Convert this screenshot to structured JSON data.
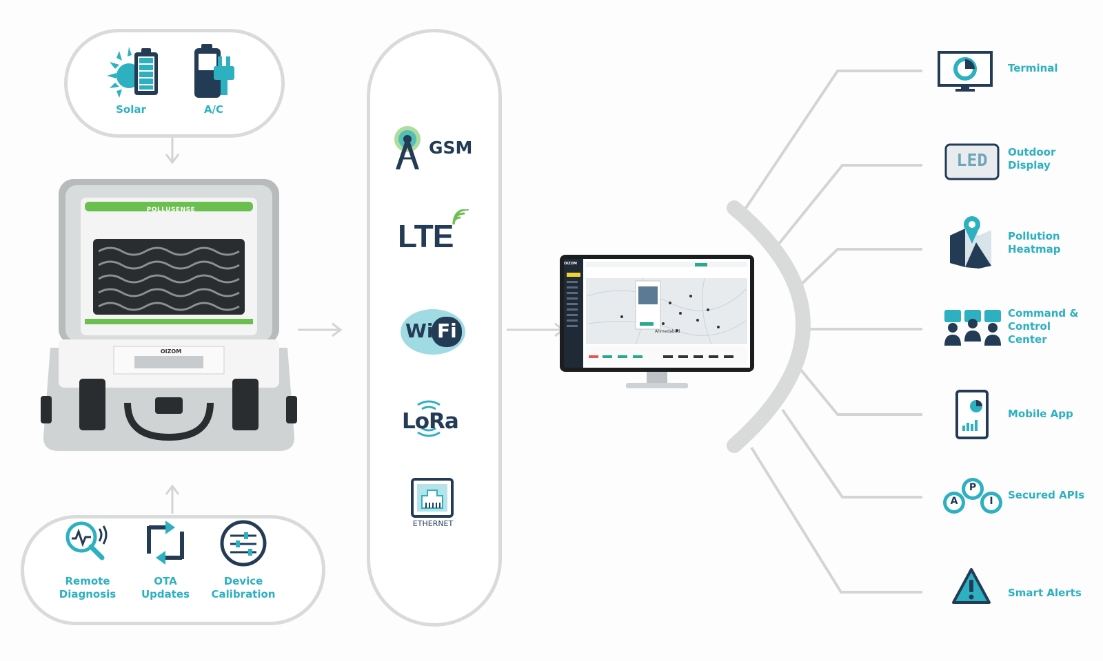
{
  "power": {
    "solar": "Solar",
    "ac": "A/C"
  },
  "device": {
    "brand_label": "POLLUSENSE",
    "logo": "OIZOM"
  },
  "services": {
    "remote_diagnosis": "Remote\nDiagnosis",
    "ota_updates": "OTA\nUpdates",
    "device_calibration": "Device\nCalibration"
  },
  "connectivity": {
    "gsm": "GSM",
    "lte": "LTE",
    "wifi_a": "Wi",
    "wifi_b": "Fi",
    "lora": "LoRa",
    "ethernet": "ETHERNET"
  },
  "dashboard": {
    "logo": "OIZOM",
    "map_city": "Ahmedabad"
  },
  "outputs": [
    {
      "label": "Terminal",
      "icon": "terminal-icon"
    },
    {
      "label": "Outdoor\nDisplay",
      "icon": "led-display-icon",
      "icon_text": "LED"
    },
    {
      "label": "Pollution\nHeatmap",
      "icon": "heatmap-pin-icon"
    },
    {
      "label": "Command &\nControl\nCenter",
      "icon": "command-center-icon"
    },
    {
      "label": "Mobile App",
      "icon": "mobile-app-icon"
    },
    {
      "label": "Secured APIs",
      "icon": "api-gears-icon",
      "letters": [
        "A",
        "P",
        "I"
      ]
    },
    {
      "label": "Smart Alerts",
      "icon": "alert-triangle-icon"
    }
  ],
  "colors": {
    "teal": "#2db0c0",
    "navy": "#233b55",
    "green": "#6bbf4e",
    "gray": "#d9dada"
  }
}
